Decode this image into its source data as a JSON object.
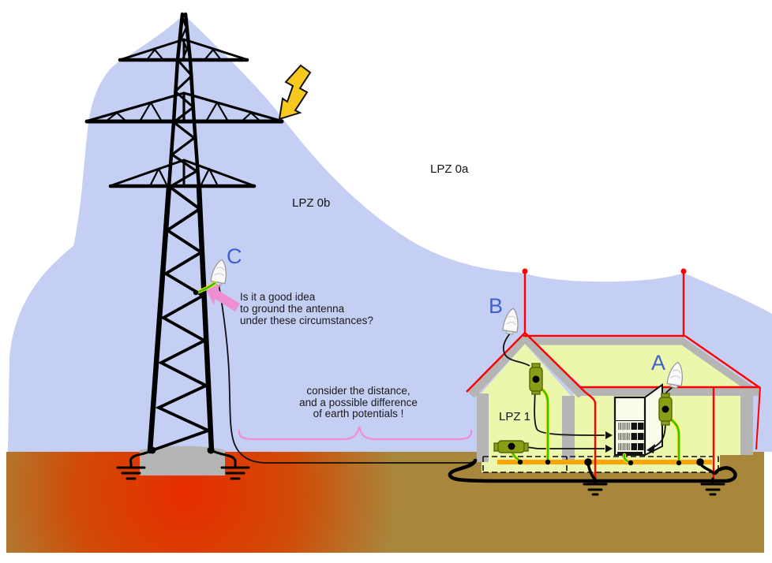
{
  "diagram": {
    "zone_labels": {
      "lpz0a": "LPZ 0a",
      "lpz0b": "LPZ 0b",
      "lpz1": "LPZ 1"
    },
    "antenna_labels": {
      "a": "A",
      "b": "B",
      "c": "C"
    },
    "question_note": {
      "line1": "Is it a good idea",
      "line2": "to ground the antenna",
      "line3": "under these circumstances?"
    },
    "distance_note": {
      "line1": "consider the distance,",
      "line2": "and a possible difference",
      "line3": "of earth potentials !"
    },
    "colors": {
      "zone_blue": "#c5cef3",
      "earth_brown": "#a8873d",
      "earth_hot_red": "#e82c00",
      "house_interior": "#ecf6ac",
      "structure_gray": "#b5b5b5",
      "conductor_red": "#ff0000",
      "bonding_bar_orange": "#ffa405",
      "pe_wire_green": "#2fbf00",
      "pe_wire_yellow": "#ffe400",
      "spd_olive": "#8a9e15",
      "lightning_yellow": "#f7c91e",
      "annotation_pink": "#ee8fd2",
      "label_blue": "#4060cf"
    }
  }
}
